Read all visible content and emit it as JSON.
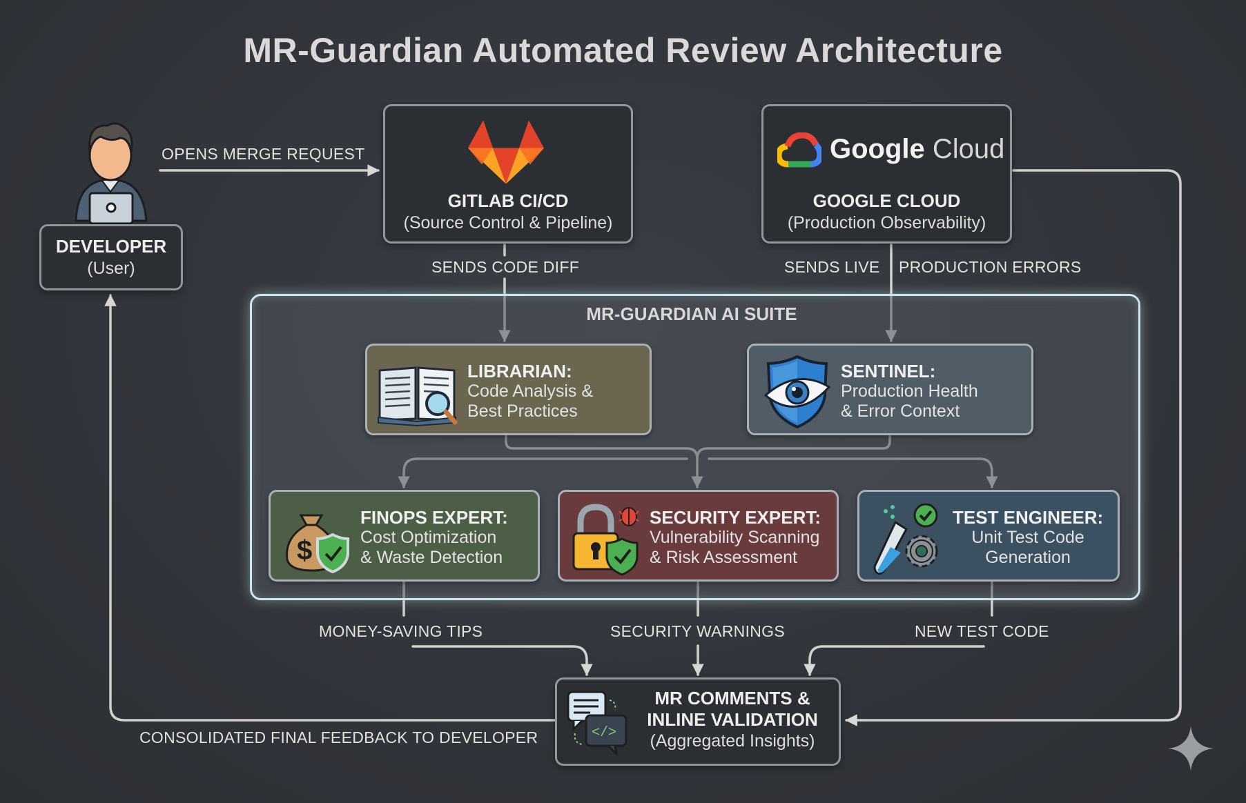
{
  "title": "MR-Guardian Automated Review Architecture",
  "colors": {
    "background": "#33363c",
    "librarian": "#6b6650",
    "sentinel": "#505c66",
    "finops": "#4c5e45",
    "security": "#6a3b3d",
    "test_engineer": "#3b5060",
    "suite_border": "#cfe3ea",
    "gitlab_orange": "#e24329",
    "google_blue": "#4285f4"
  },
  "developer": {
    "title": "DEVELOPER",
    "subtitle": "(User)",
    "icon": "developer-with-laptop-icon"
  },
  "gitlab": {
    "title": "GITLAB CI/CD",
    "subtitle": "(Source Control & Pipeline)",
    "icon": "gitlab-logo-icon"
  },
  "google_cloud": {
    "logo_text_bold": "Google",
    "logo_text_light": "Cloud",
    "title": "GOOGLE CLOUD",
    "subtitle": "(Production Observability)",
    "icon": "google-cloud-logo-icon"
  },
  "suite": {
    "title": "MR-GUARDIAN AI SUITE"
  },
  "agents": {
    "librarian": {
      "title": "LIBRARIAN:",
      "line1": "Code Analysis &",
      "line2": "Best Practices",
      "icon": "book-magnifier-icon"
    },
    "sentinel": {
      "title": "SENTINEL:",
      "line1": "Production Health",
      "line2": "& Error Context",
      "icon": "shield-eye-icon"
    },
    "finops": {
      "title": "FINOPS EXPERT:",
      "line1": "Cost Optimization",
      "line2": "& Waste Detection",
      "icon": "money-bag-shield-icon"
    },
    "security": {
      "title": "SECURITY EXPERT:",
      "line1": "Vulnerability Scanning",
      "line2": "& Risk Assessment",
      "icon": "padlock-bug-shield-icon"
    },
    "test_engineer": {
      "title": "TEST ENGINEER:",
      "line1": "Unit Test Code",
      "line2": "Generation",
      "icon": "test-tube-gear-check-icon"
    }
  },
  "output": {
    "line1": "MR COMMENTS &",
    "line2": "INLINE VALIDATION",
    "subtitle": "(Aggregated Insights)",
    "icon": "chat-code-bubbles-icon"
  },
  "flow_labels": {
    "opens_mr": "OPENS MERGE REQUEST",
    "sends_code_diff": "SENDS CODE DIFF",
    "sends_live": "SENDS LIVE",
    "production_errors": "PRODUCTION ERRORS",
    "money_saving": "MONEY-SAVING TIPS",
    "security_warnings": "SECURITY WARNINGS",
    "new_test_code": "NEW TEST CODE",
    "consolidated_feedback": "CONSOLIDATED FINAL FEEDBACK TO DEVELOPER"
  },
  "watermark_icon": "sparkle-icon"
}
